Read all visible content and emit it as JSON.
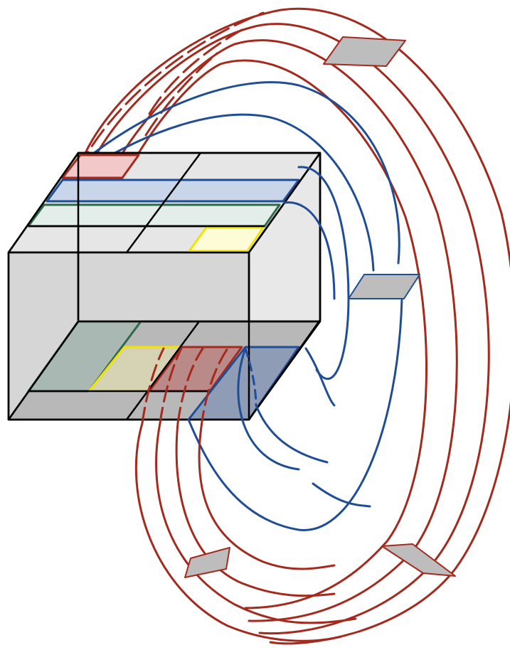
{
  "diagram": {
    "type": "3d-box-with-looped-strips",
    "colors": {
      "red": "#A52A1E",
      "blue": "#1F4E96",
      "green": "#2E6B4A",
      "yellow": "#F2E200",
      "box_outline": "#000000",
      "box_front_face": "#D6D6D6",
      "box_top_face": "#E6E6E6",
      "box_right_face": "#E8E8E8",
      "box_inner_floor": "#B8B8B8",
      "red_patch_fill": "#F3C8C8",
      "blue_patch_fill": "#C9D6EA",
      "green_patch_fill": "#E3EEEA",
      "yellow_patch_fill": "#FDFCD7",
      "section_fill": "#BDBDBD"
    },
    "strips": [
      {
        "id": "red",
        "loop_count": 4
      },
      {
        "id": "blue",
        "loop_count": 3
      }
    ],
    "cross_section_count": 4,
    "labels": []
  }
}
